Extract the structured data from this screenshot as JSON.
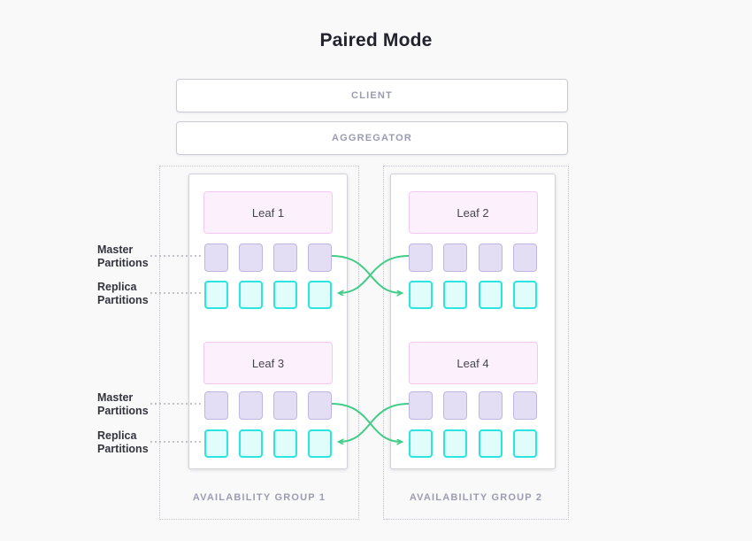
{
  "title": "Paired Mode",
  "client": {
    "label": "CLIENT"
  },
  "aggregator": {
    "label": "AGGREGATOR"
  },
  "partition_labels": {
    "master": "Master Partitions",
    "replica": "Replica Partitions"
  },
  "groups": [
    {
      "label": "AVAILABILITY GROUP 1",
      "leaves": [
        {
          "name": "Leaf 1",
          "master_partitions": 4,
          "replica_partitions": 4
        },
        {
          "name": "Leaf 3",
          "master_partitions": 4,
          "replica_partitions": 4
        }
      ]
    },
    {
      "label": "AVAILABILITY GROUP 2",
      "leaves": [
        {
          "name": "Leaf 2",
          "master_partitions": 4,
          "replica_partitions": 4
        },
        {
          "name": "Leaf 4",
          "master_partitions": 4,
          "replica_partitions": 4
        }
      ]
    }
  ],
  "colors": {
    "arrow_green": "#42cd87",
    "master_fill": "#e3def3",
    "master_border": "#bfb5e2",
    "replica_fill": "#e0fcfb",
    "replica_border": "#2be5e1",
    "leaf_fill": "#fcf0fc",
    "leaf_border": "#f5c8f1",
    "muted_text": "#9a9db1"
  }
}
